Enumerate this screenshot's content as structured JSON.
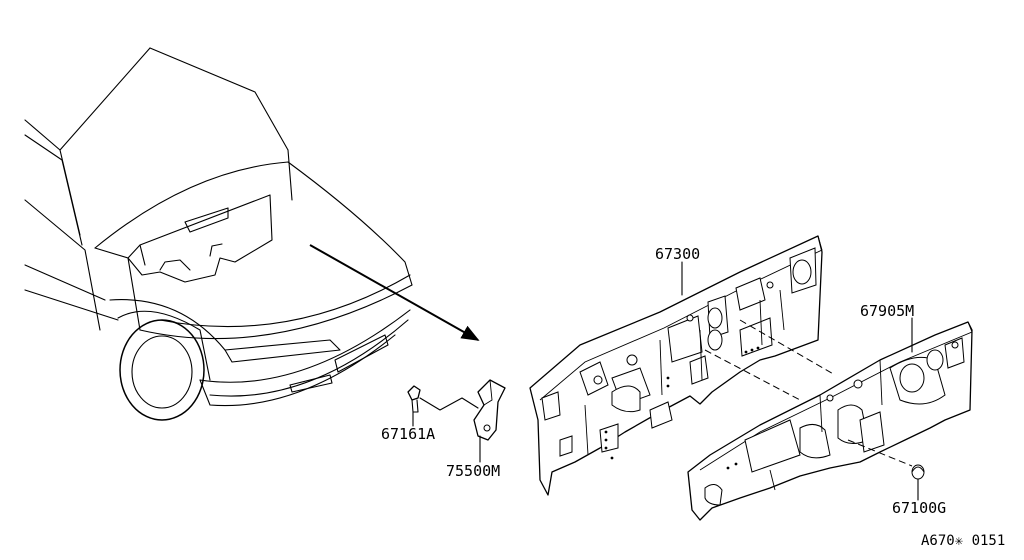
{
  "parts": [
    {
      "id": "p67300",
      "number": "67300"
    },
    {
      "id": "p67905M",
      "number": "67905M"
    },
    {
      "id": "p67161A",
      "number": "67161A"
    },
    {
      "id": "p75500M",
      "number": "75500M"
    },
    {
      "id": "p67100G",
      "number": "67100G"
    }
  ],
  "figure_ref": "A670✳ 0151"
}
